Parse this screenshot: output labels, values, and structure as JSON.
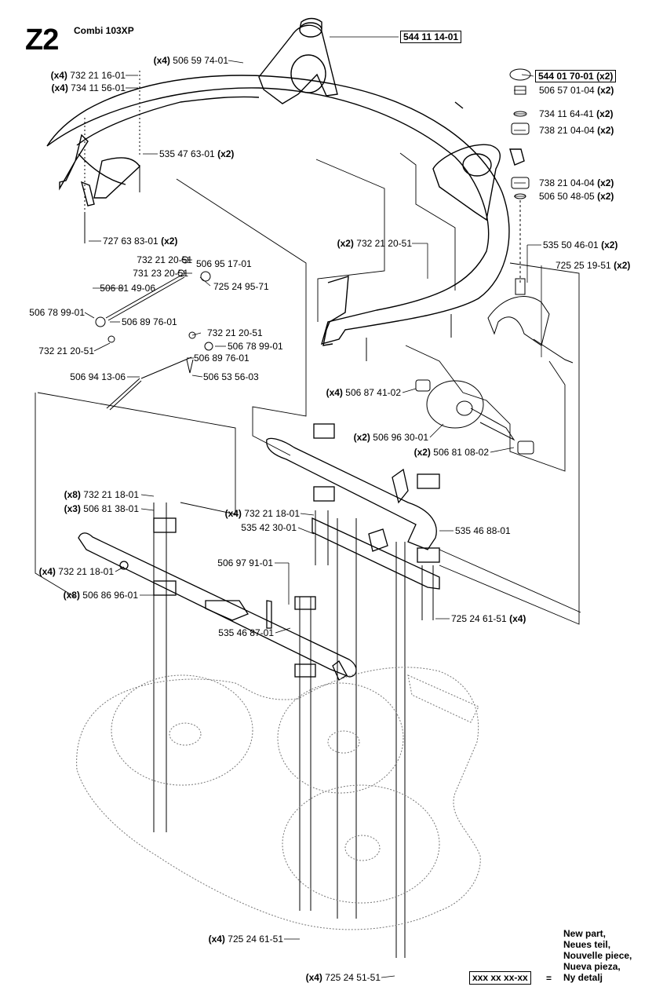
{
  "header": {
    "page_id": "Z2",
    "model": "Combi 103XP"
  },
  "legend": {
    "sample": "xxx xx xx-xx",
    "equals": "=",
    "lines": [
      "New part,",
      "Neues teil,",
      "Nouvelle piece,",
      "Nueva pieza,",
      "Ny detalj"
    ]
  },
  "labels": [
    {
      "qty": "",
      "part": "544 11 14-01",
      "suffix": "",
      "boxed": true
    },
    {
      "qty": "(x4)",
      "part": "506 59 74-01",
      "suffix": ""
    },
    {
      "qty": "(x4)",
      "part": "732 21 16-01",
      "suffix": ""
    },
    {
      "qty": "(x4)",
      "part": "734 11 56-01",
      "suffix": ""
    },
    {
      "qty": "",
      "part": "544 01 70-01",
      "suffix": "(x2)",
      "boxed": true
    },
    {
      "qty": "",
      "part": "506 57 01-04",
      "suffix": "(x2)"
    },
    {
      "qty": "",
      "part": "734 11 64-41",
      "suffix": "(x2)"
    },
    {
      "qty": "",
      "part": "738 21 04-04",
      "suffix": "(x2)"
    },
    {
      "qty": "",
      "part": "535 47 63-01",
      "suffix": "(x2)"
    },
    {
      "qty": "",
      "part": "738 21 04-04",
      "suffix": "(x2)"
    },
    {
      "qty": "",
      "part": "506 50 48-05",
      "suffix": "(x2)"
    },
    {
      "qty": "",
      "part": "727 63 83-01",
      "suffix": "(x2)"
    },
    {
      "qty": "(x2)",
      "part": "732 21 20-51",
      "suffix": ""
    },
    {
      "qty": "",
      "part": "535 50 46-01",
      "suffix": "(x2)"
    },
    {
      "qty": "",
      "part": "732 21 20-51",
      "suffix": ""
    },
    {
      "qty": "",
      "part": "506 95 17-01",
      "suffix": ""
    },
    {
      "qty": "",
      "part": "725 25 19-51",
      "suffix": "(x2)"
    },
    {
      "qty": "",
      "part": "731 23 20-51",
      "suffix": ""
    },
    {
      "qty": "",
      "part": "725 24 95-71",
      "suffix": ""
    },
    {
      "qty": "",
      "part": "506 81 49-06",
      "suffix": ""
    },
    {
      "qty": "",
      "part": "506 78 99-01",
      "suffix": ""
    },
    {
      "qty": "",
      "part": "506 89 76-01",
      "suffix": ""
    },
    {
      "qty": "",
      "part": "732 21 20-51",
      "suffix": ""
    },
    {
      "qty": "",
      "part": "506 78 99-01",
      "suffix": ""
    },
    {
      "qty": "",
      "part": "732 21 20-51",
      "suffix": ""
    },
    {
      "qty": "",
      "part": "506 89 76-01",
      "suffix": ""
    },
    {
      "qty": "",
      "part": "506 94 13-06",
      "suffix": ""
    },
    {
      "qty": "",
      "part": "506 53 56-03",
      "suffix": ""
    },
    {
      "qty": "(x4)",
      "part": "506 87 41-02",
      "suffix": ""
    },
    {
      "qty": "(x2)",
      "part": "506 96 30-01",
      "suffix": ""
    },
    {
      "qty": "(x2)",
      "part": "506 81 08-02",
      "suffix": ""
    },
    {
      "qty": "(x8)",
      "part": "732 21 18-01",
      "suffix": ""
    },
    {
      "qty": "(x3)",
      "part": "506 81 38-01",
      "suffix": ""
    },
    {
      "qty": "(x4)",
      "part": "732 21 18-01",
      "suffix": ""
    },
    {
      "qty": "",
      "part": "535 42 30-01",
      "suffix": ""
    },
    {
      "qty": "",
      "part": "535 46 88-01",
      "suffix": ""
    },
    {
      "qty": "(x4)",
      "part": "732 21 18-01",
      "suffix": ""
    },
    {
      "qty": "",
      "part": "506 97 91-01",
      "suffix": ""
    },
    {
      "qty": "(x8)",
      "part": "506 86 96-01",
      "suffix": ""
    },
    {
      "qty": "",
      "part": "725 24 61-51",
      "suffix": "(x4)"
    },
    {
      "qty": "",
      "part": "535 46 87-01",
      "suffix": ""
    },
    {
      "qty": "(x4)",
      "part": "725 24 61-51",
      "suffix": ""
    },
    {
      "qty": "(x4)",
      "part": "725 24 51-51",
      "suffix": ""
    }
  ]
}
